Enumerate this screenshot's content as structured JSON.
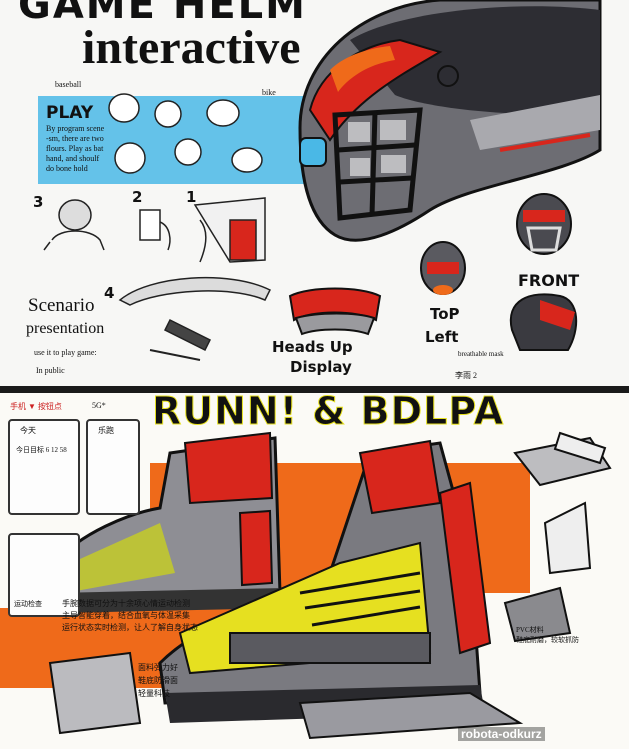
{
  "top_sheet": {
    "title_line1": "GAME HELM",
    "title_line2": "interactive",
    "label_baseball": "baseball",
    "label_bike": "bike",
    "play_heading": "PLAY",
    "play_text": [
      "By program scene",
      "-sm, there are two",
      "flours. Play as bat",
      "hand, and shoulf",
      "do bone hold"
    ],
    "step_3": "3",
    "step_2": "2",
    "step_1": "1",
    "step_4": "4",
    "scenario_line1": "Scenario",
    "scenario_line2": "presentation",
    "use_text": "use it to play game:",
    "in_public": "In public",
    "hud_line1": "Heads  Up",
    "hud_line2": "Display",
    "front_label": "FRONT",
    "top_label": "ToP",
    "left_label": "Left",
    "breathable_note": "breathable mask",
    "signature": "李雨 2"
  },
  "bottom_sheet": {
    "title": "RUNN! & BDLPA",
    "phone_status": "手机 ▼ 按钮点",
    "phone_label_a": "今天",
    "phone_label_b": "乐跑",
    "phone_text_a": "今日目标 6 12 58",
    "phone_status_b": "5G*",
    "phone_caption": "运动检查",
    "desc_text": [
      "手腕数据可分为十余项心情运动检测",
      "主导智能穿着，结合血氧与体温采集",
      "运行状态实时检测，让人了解自身状态"
    ],
    "note_lines": [
      "面料弹力好",
      "鞋底防滑面",
      "轻量科技"
    ],
    "pvc_note": [
      "PVC材料",
      "鞋底耐磨，较软抓防"
    ],
    "watermark": "robota-odkurz"
  },
  "colors": {
    "accent_red": "#d8261c",
    "accent_orange": "#ef6a1a",
    "accent_yellow": "#e6e020",
    "accent_blue": "#4ab8e6",
    "ink": "#111111"
  }
}
